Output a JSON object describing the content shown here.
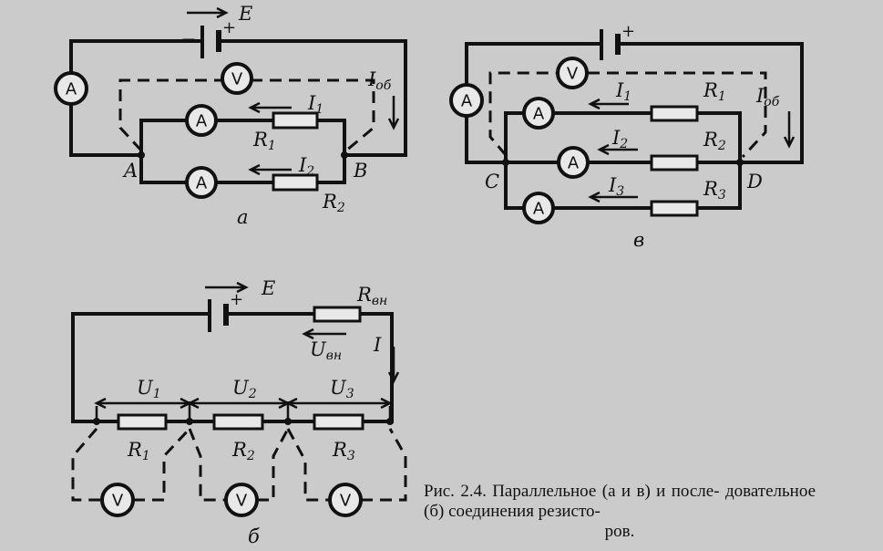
{
  "diagram_a": {
    "letter": "а",
    "emf": "E",
    "total_current": "I",
    "total_current_sub": "об",
    "node_left": "A",
    "node_right": "B",
    "i1": "I",
    "i1_sub": "1",
    "i2": "I",
    "i2_sub": "2",
    "r1": "R",
    "r1_sub": "1",
    "r2": "R",
    "r2_sub": "2",
    "ammeter": "A",
    "voltmeter": "V"
  },
  "diagram_v": {
    "letter": "в",
    "total_current": "I",
    "total_current_sub": "об",
    "node_left": "C",
    "node_right": "D",
    "i1": "I",
    "i1_sub": "1",
    "i2": "I",
    "i2_sub": "2",
    "i3": "I",
    "i3_sub": "3",
    "r1": "R",
    "r1_sub": "1",
    "r2": "R",
    "r2_sub": "2",
    "r3": "R",
    "r3_sub": "3",
    "ammeter": "A",
    "voltmeter": "V"
  },
  "diagram_b": {
    "letter": "б",
    "emf": "E",
    "r_int": "R",
    "r_int_sub": "вн",
    "u_int": "U",
    "u_int_sub": "вн",
    "current": "I",
    "u1": "U",
    "u1_sub": "1",
    "u2": "U",
    "u2_sub": "2",
    "u3": "U",
    "u3_sub": "3",
    "r1": "R",
    "r1_sub": "1",
    "r2": "R",
    "r2_sub": "2",
    "r3": "R",
    "r3_sub": "3",
    "voltmeter": "V"
  },
  "polarity": {
    "minus": "−",
    "plus": "+"
  },
  "caption": {
    "line1": "Рис. 2.4. Параллельное (а и в) и после-",
    "line2": "довательное (б) соединения резисто-",
    "line3": "ров."
  }
}
